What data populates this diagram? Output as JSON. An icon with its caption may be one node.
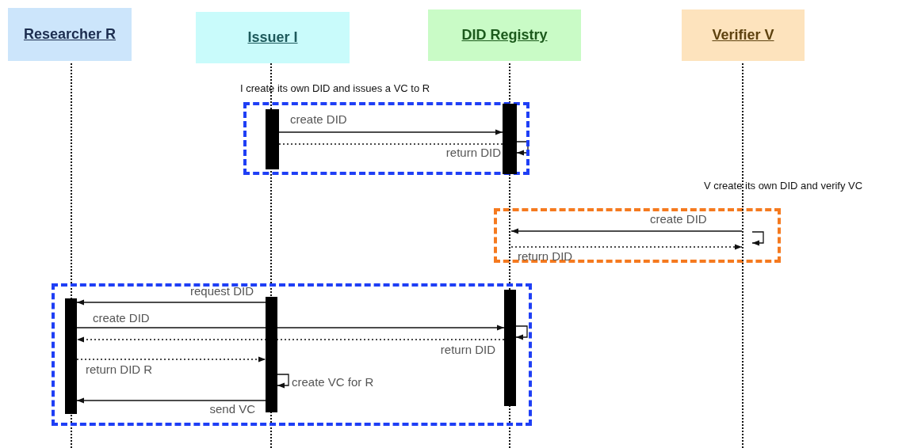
{
  "diagram": {
    "nodes": [
      {
        "text": [
          "Researcher R"
        ]
      },
      {
        "text": [
          "Issuer I"
        ]
      },
      {
        "text": [
          "DID Registry"
        ]
      },
      {
        "text": [
          "Verifier V"
        ]
      },
      {
        "text": [],
        "shape": "line"
      },
      {
        "text": [],
        "shape": "line"
      },
      {
        "text": [],
        "shape": "line"
      },
      {
        "text": [],
        "shape": "line"
      },
      {
        "text": [
          "I create its own DID and issues a VC to R"
        ]
      },
      {
        "text": [],
        "shape": "bar",
        "in": 8
      },
      {
        "text": [],
        "shape": "bar",
        "in": 8
      },
      {
        "text": [],
        "shape": "box"
      },
      {
        "text": [],
        "shape": "bar",
        "in": 11
      },
      {
        "text": [],
        "shape": "bar",
        "in": 11
      },
      {
        "text": [],
        "shape": "bar",
        "in": 11
      }
    ],
    "edges": [
      {
        "from": 9,
        "to": 10,
        "arrow": "to",
        "label": "create DID"
      },
      {
        "from": 10,
        "to": 10,
        "arrow": "to"
      },
      {
        "from": 10,
        "to": 9,
        "arrow": "none",
        "style": "dashed",
        "label": "return DID"
      },
      {
        "from": 7,
        "to": 6,
        "arrow": "to",
        "label": "create DID"
      },
      {
        "from": 7,
        "to": 7,
        "arrow": "to"
      },
      {
        "from": 6,
        "to": 7,
        "arrow": "to",
        "style": "dashed",
        "label": "return DID"
      },
      {
        "from": 13,
        "to": 12,
        "arrow": "to",
        "label": "request DID"
      },
      {
        "from": 12,
        "to": 14,
        "arrow": "to",
        "label": "create DID"
      },
      {
        "from": 14,
        "to": 14,
        "arrow": "to"
      },
      {
        "from": 14,
        "to": 12,
        "arrow": "to",
        "style": "dashed",
        "label": "return DID"
      },
      {
        "from": 12,
        "to": 13,
        "arrow": "to",
        "style": "dashed",
        "label": "return DID R"
      },
      {
        "from": 13,
        "to": 13,
        "arrow": "to",
        "label": "create VC for R"
      },
      {
        "from": 13,
        "to": 12,
        "arrow": "to",
        "label": "send VC"
      }
    ],
    "labels": [
      "V create its own DID and verify VC"
    ]
  }
}
